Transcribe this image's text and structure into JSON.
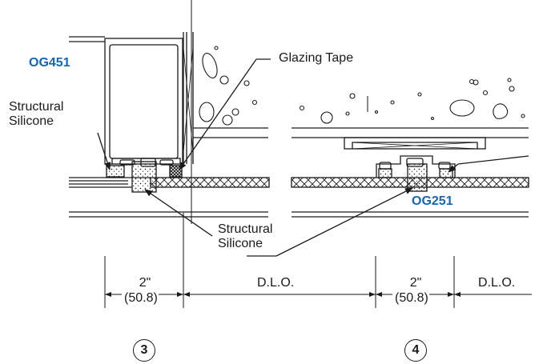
{
  "labels": {
    "og451": "OG451",
    "og251": "OG251",
    "glazing_tape": "Glazing Tape",
    "structural_silicone_left_line1": "Structural",
    "structural_silicone_left_line2": "Silicone",
    "structural_silicone_bottom_line1": "Structural",
    "structural_silicone_bottom_line2": "Silicone"
  },
  "dimensions": {
    "dim_left_in": "2\"",
    "dim_left_mm": "(50.8)",
    "dim_dlo_1": "D.L.O.",
    "dim_right_in": "2\"",
    "dim_right_mm": "(50.8)",
    "dim_dlo_2": "D.L.O."
  },
  "details": {
    "left_number": "3",
    "right_number": "4"
  },
  "colors": {
    "tag_blue": "#1466b4",
    "line": "#1a1a1a"
  }
}
